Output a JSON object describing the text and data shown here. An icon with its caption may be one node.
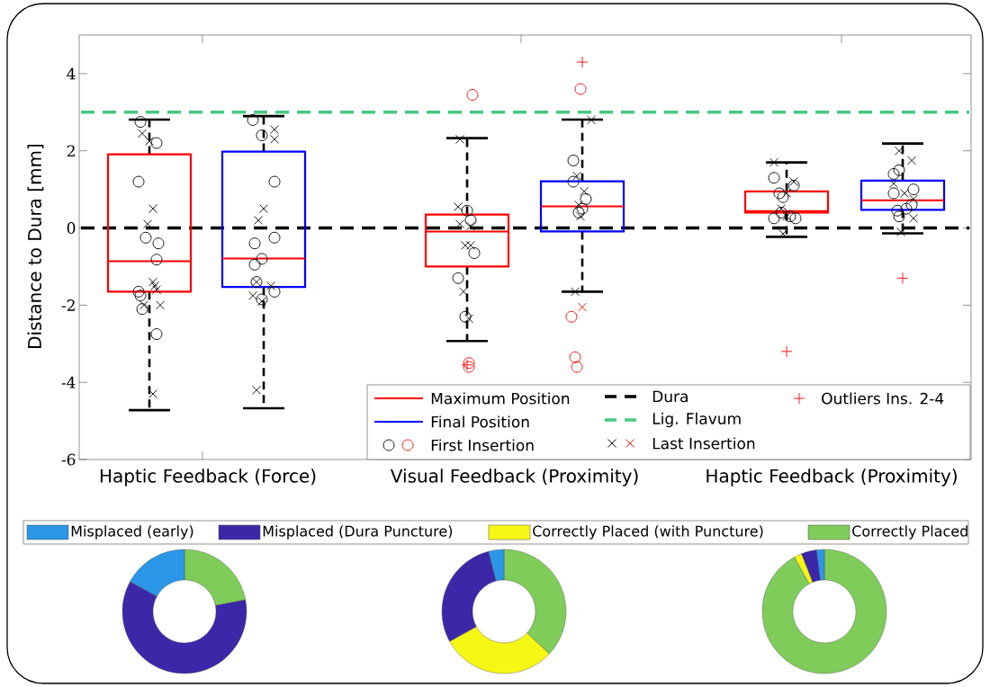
{
  "diagram": {
    "chart_data": {
      "type": "scatter",
      "ylabel": "Distance to Dura [mm]",
      "categories": [
        "Haptic Feedback (Force)",
        "Visual Feedback (Proximity)",
        "Haptic Feedback (Proximity)"
      ],
      "ylim": [
        -6,
        5
      ],
      "yticks": [
        -6,
        -4,
        -2,
        0,
        2,
        4
      ],
      "ref_lines": [
        {
          "axis": "y",
          "value": 0,
          "color": "#000000"
        },
        {
          "axis": "y",
          "value": 3,
          "color": "#45c97f"
        }
      ]
    },
    "legend": [
      {
        "text": "Maximum Position"
      },
      {
        "text": "Dura"
      },
      {
        "text": "Outliers Ins. 2-4"
      },
      {
        "text": "Final Position"
      },
      {
        "text": "Lig. Flavum"
      },
      {
        "text": "First Insertion"
      },
      {
        "text": "Last Insertion"
      },
      {
        "text": "Misplaced (early)",
        "color": "#2b96e8"
      },
      {
        "text": "Misplaced (Dura Puncture)",
        "color": "#3c27a8"
      },
      {
        "text": "Correctly Placed (with Puncture)",
        "color": "#f7f716"
      },
      {
        "text": "Correctly Placed",
        "color": "#80cc5a"
      }
    ]
  }
}
